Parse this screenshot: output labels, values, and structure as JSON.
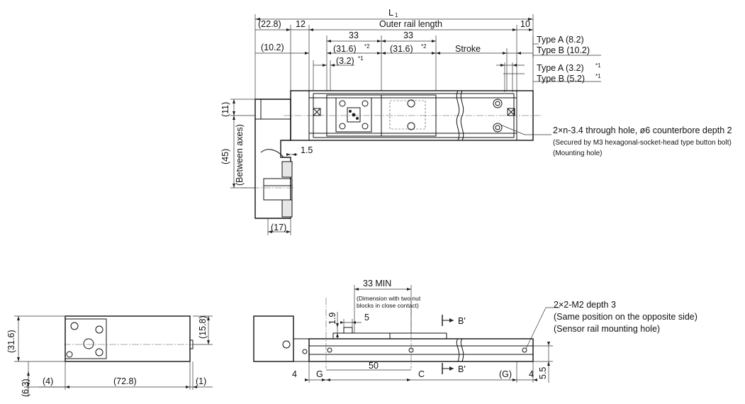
{
  "top_view": {
    "L1": "L",
    "L1_sub": "1",
    "d_22_8": "(22.8)",
    "d_12": "12",
    "outer_rail_length": "Outer rail length",
    "d_10": "10",
    "d_33_a": "33",
    "d_33_b": "33",
    "d_10_2": "(10.2)",
    "d_31_6_a": "(31.6)",
    "d_31_6_b": "(31.6)",
    "note2": "*2",
    "stroke": "Stroke",
    "d_3_2": "(3.2)",
    "note1": "*1",
    "type_a_1": "Type A (8.2)",
    "type_b_1": "Type B (10.2)",
    "type_a_2": "Type A (3.2)",
    "type_b_2": "Type B (5.2)",
    "d_11": "(11)",
    "d_45": "(45)",
    "between_axes": "(Between axes)",
    "d_1_5": "1.5",
    "d_17": "(17)",
    "hole_note_1": "2×n-3.4 through hole, ø6 counterbore depth 2",
    "hole_note_2": "(Secured by M3 hexagonal-socket-head type button bolt)",
    "hole_note_3": "(Mounting hole)"
  },
  "side_view": {
    "d_31_6": "(31.6)",
    "d_15_8": "(15.8)",
    "d_6_3": "(6.3)",
    "d_4": "(4)",
    "d_72_8": "(72.8)",
    "d_1": "(1)"
  },
  "front_view": {
    "min_33": "33 MIN",
    "two_nut_1": "(Dimension with two nut",
    "two_nut_2": "blocks in close contact)",
    "d_1_9": "1.9",
    "d_5": "5",
    "b_prime_top": "B'",
    "b_prime_bot": "B'",
    "d_4_l": "4",
    "g_l": "G",
    "d_50": "50",
    "c": "C",
    "g_r": "(G)",
    "d_4_r": "4",
    "d_5_5": "5.5",
    "m2_note_1": "2×2-M2 depth 3",
    "m2_note_2": "(Same position on the opposite side)",
    "m2_note_3": "(Sensor rail mounting hole)"
  }
}
